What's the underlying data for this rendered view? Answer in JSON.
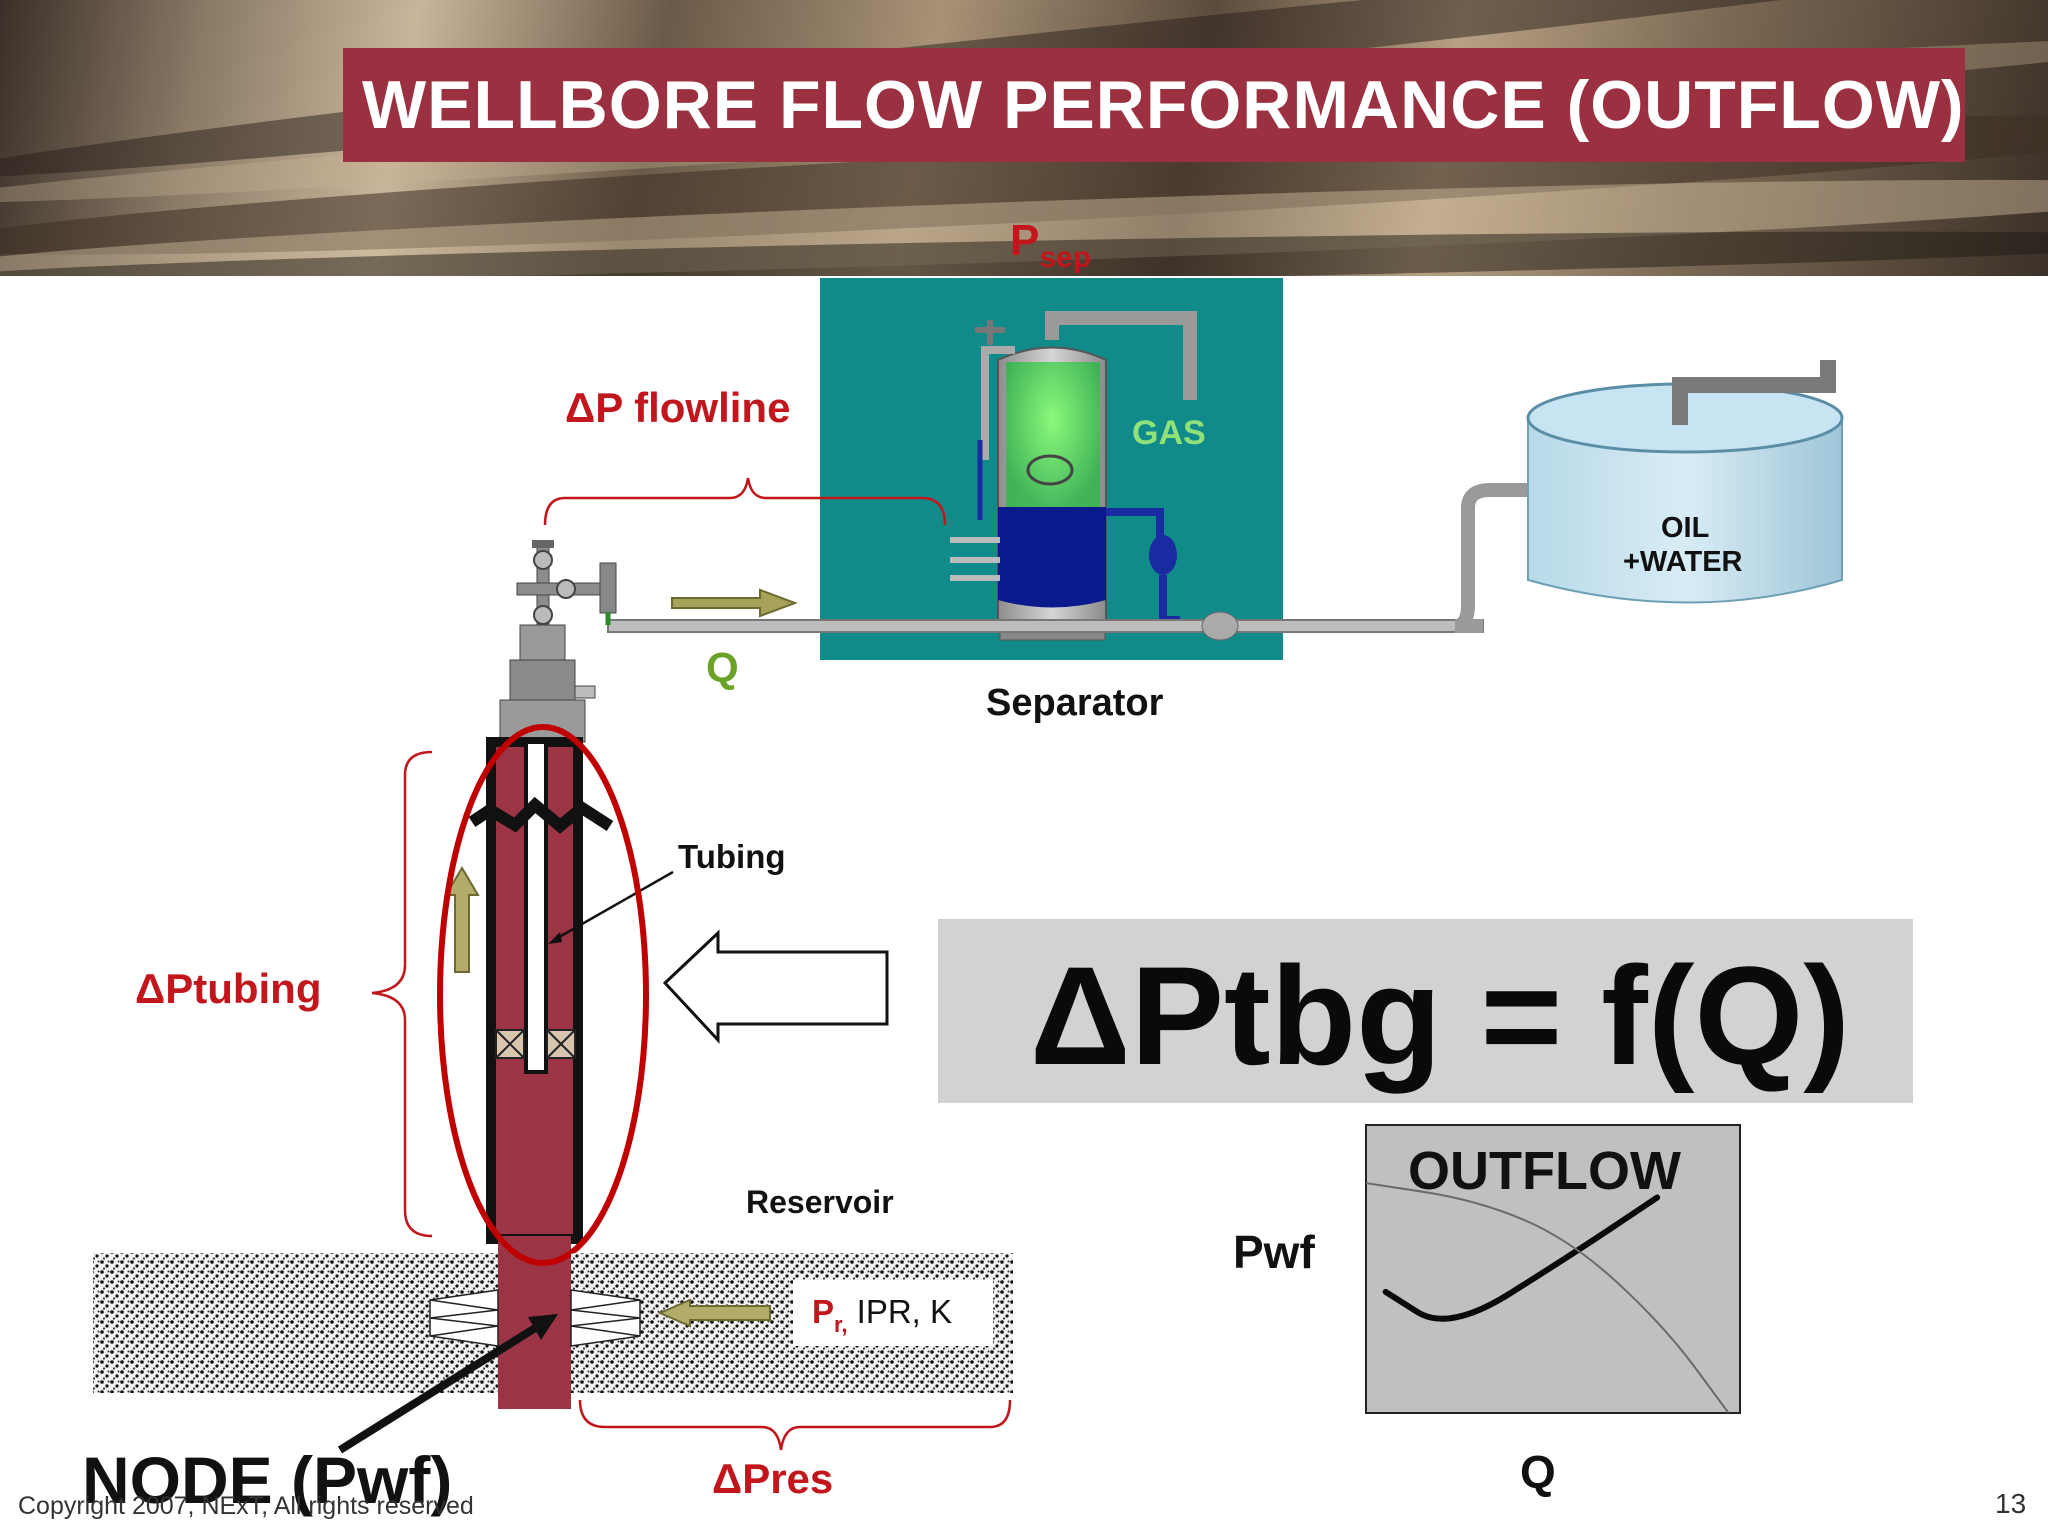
{
  "slide": {
    "title": "WELLBORE FLOW PERFORMANCE (OUTFLOW)",
    "page_number": "13",
    "copyright": "Copyright 2007, NExT, All rights reserved"
  },
  "labels": {
    "psep_main": "P",
    "psep_sub": "sep",
    "dp_flowline": "ΔP flowline",
    "gas": "GAS",
    "oil_water_line1": "OIL",
    "oil_water_line2": "+WATER",
    "q_flow": "Q",
    "separator": "Separator",
    "tubing": "Tubing",
    "dp_tubing": "ΔPtubing",
    "reservoir": "Reservoir",
    "pr_main": "P",
    "pr_sub": "r,",
    "pr_rest": " IPR, K",
    "node": "NODE (Pwf)",
    "dp_res": "ΔPres"
  },
  "formula": {
    "text": "ΔPtbg = f(Q)"
  },
  "chart": {
    "title": "OUTFLOW",
    "ylabel": "Pwf",
    "xlabel": "Q"
  },
  "chart_data": {
    "type": "line",
    "title": "OUTFLOW",
    "xlabel": "Q",
    "ylabel": "Pwf",
    "series": [
      {
        "x": [
          0.05,
          0.22,
          0.55,
          0.78
        ],
        "y": [
          0.42,
          0.28,
          0.55,
          0.75
        ]
      },
      {
        "x": [
          0.0,
          0.3,
          0.55,
          0.8,
          0.97
        ],
        "y": [
          0.8,
          0.74,
          0.6,
          0.3,
          0.0
        ]
      }
    ]
  },
  "colors": {
    "title_bar": "#9b3040",
    "accent_red": "#c0161c",
    "separator_bg": "#118b8a",
    "wellbore": "#9b3444"
  }
}
